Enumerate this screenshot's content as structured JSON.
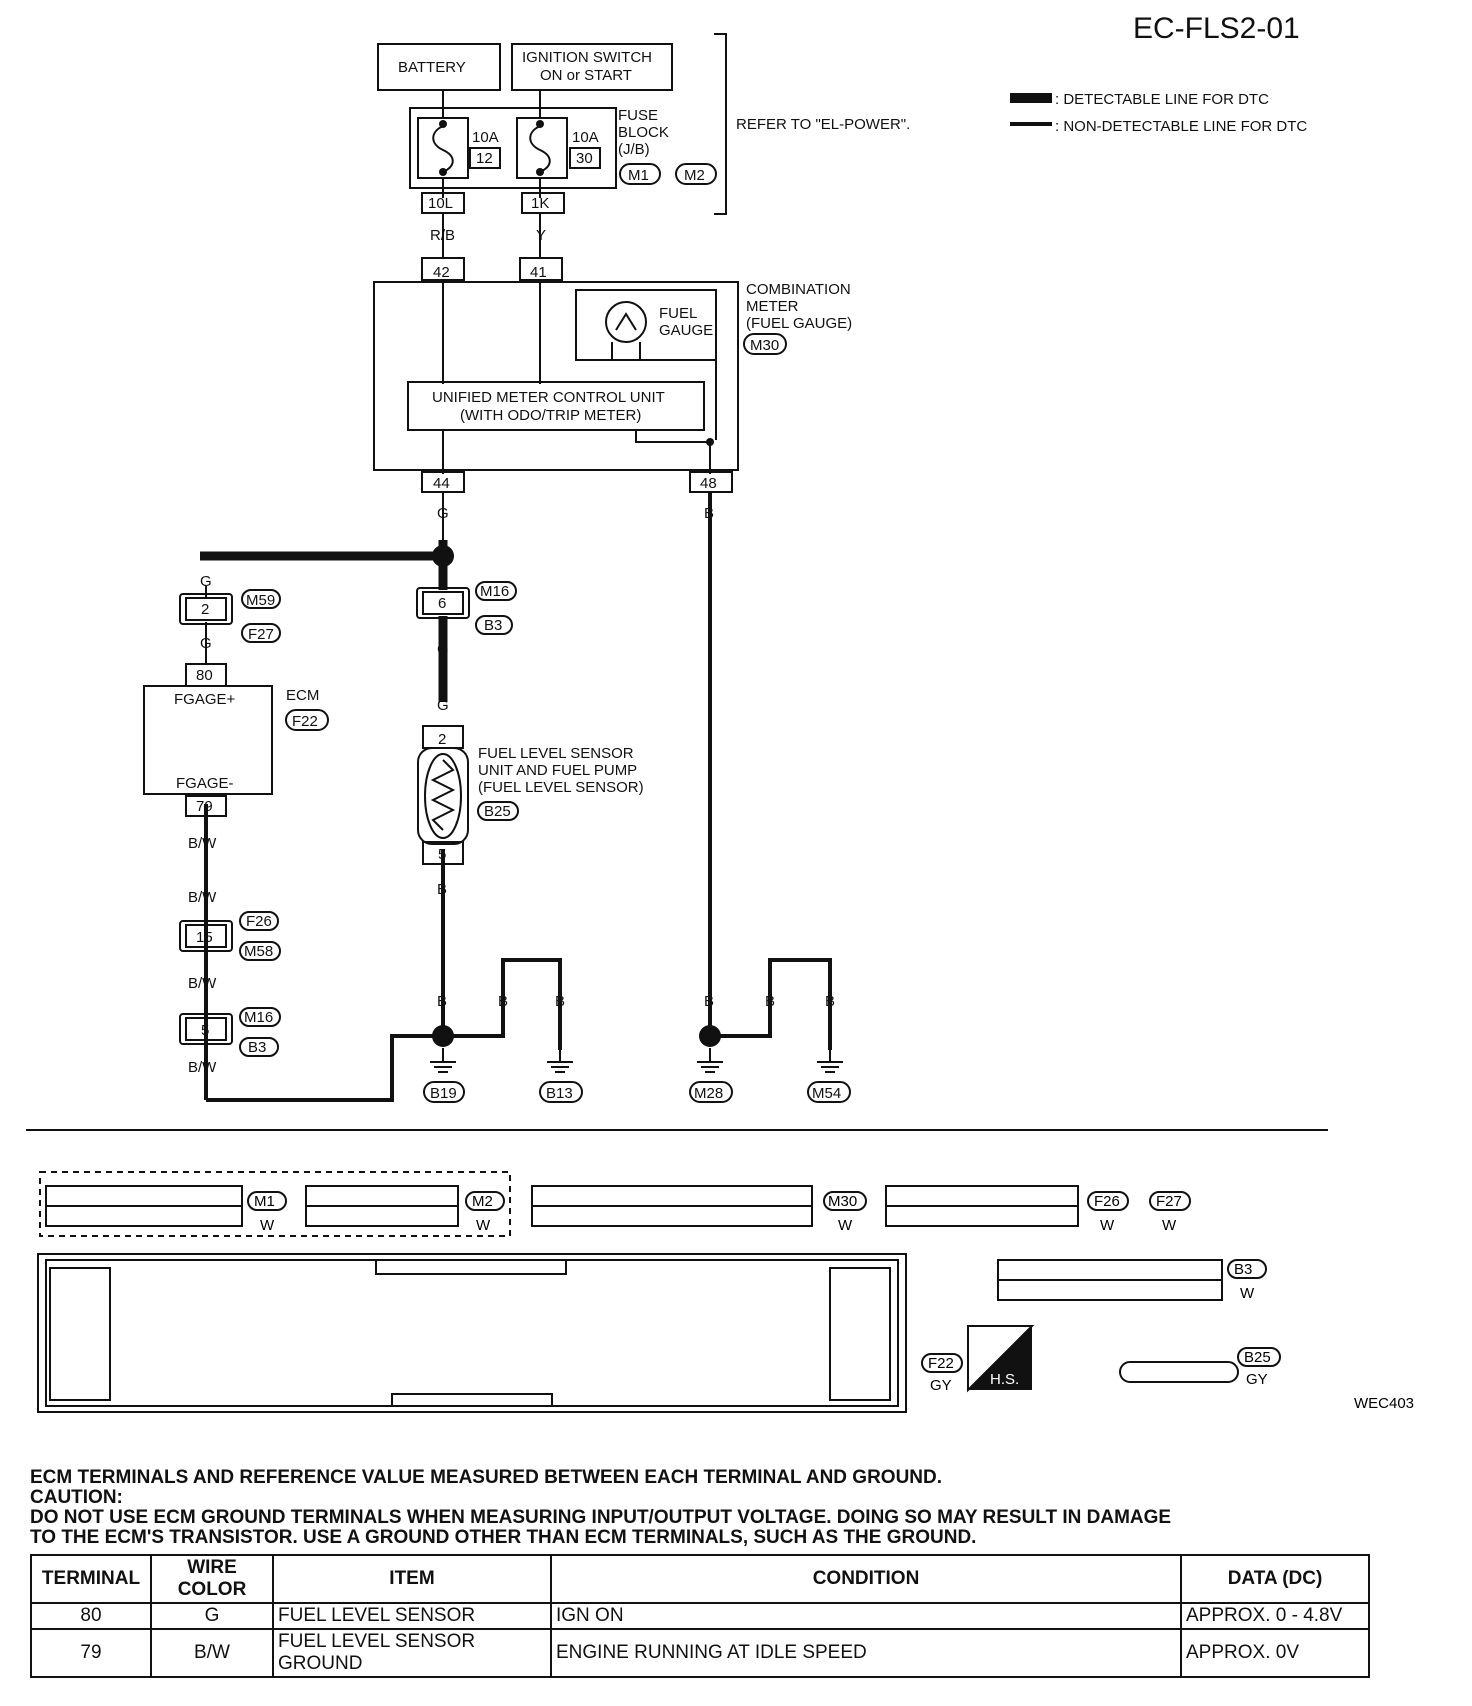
{
  "page_code": "EC-FLS2-01",
  "figure_code": "WEC403",
  "legend": {
    "detectable": ": DETECTABLE LINE FOR DTC",
    "non_detectable": ": NON-DETECTABLE LINE FOR DTC"
  },
  "power": {
    "battery": "BATTERY",
    "ignition_line1": "IGNITION SWITCH",
    "ignition_line2": "ON or START",
    "fuse1_amp": "10A",
    "fuse1_num": "12",
    "fuse2_amp": "10A",
    "fuse2_num": "30",
    "fuse_block_1": "FUSE",
    "fuse_block_2": "BLOCK",
    "fuse_block_3": "(J/B)",
    "fuse_conn_1": "M1",
    "fuse_conn_2": "M2",
    "refer": "REFER TO \"EL-POWER\".",
    "term_10l": "10L",
    "term_1k": "1K",
    "wire_rb": "R/B",
    "wire_y": "Y"
  },
  "meter": {
    "pin42": "42",
    "pin41": "41",
    "pin44": "44",
    "pin48": "48",
    "gauge_1": "FUEL",
    "gauge_2": "GAUGE",
    "comb_1": "COMBINATION",
    "comb_2": "METER",
    "comb_3": "(FUEL GAUGE)",
    "conn": "M30",
    "unit_1": "UNIFIED METER CONTROL UNIT",
    "unit_2": "(WITH ODO/TRIP METER)"
  },
  "wiring": {
    "g": "G",
    "b": "B",
    "bw": "B/W",
    "pin2": "2",
    "pin6": "6",
    "pin80": "80",
    "pin79": "79",
    "pin15": "15",
    "pin5": "5",
    "m59": "M59",
    "f27": "F27",
    "m16": "M16",
    "b3": "B3",
    "f26": "F26",
    "m58": "M58",
    "ecm": "ECM",
    "f22": "F22",
    "fgage_plus": "FGAGE+",
    "fgage_minus": "FGAGE-",
    "sensor_1": "FUEL LEVEL SENSOR",
    "sensor_2": "UNIT AND FUEL PUMP",
    "sensor_3": "(FUEL LEVEL SENSOR)",
    "b25": "B25",
    "ground_b19": "B19",
    "ground_b13": "B13",
    "ground_m28": "M28",
    "ground_m54": "M54"
  },
  "connectors": {
    "m1": "M1",
    "m2": "M2",
    "m30": "M30",
    "f26": "F26",
    "f27": "F27",
    "b3": "B3",
    "f22": "F22",
    "b25": "B25",
    "w": "W",
    "gy": "GY",
    "hs": "H.S."
  },
  "notes": {
    "line1": "ECM TERMINALS AND REFERENCE VALUE MEASURED BETWEEN EACH TERMINAL AND GROUND.",
    "line2": "CAUTION:",
    "line3": "DO NOT USE ECM GROUND TERMINALS WHEN MEASURING INPUT/OUTPUT VOLTAGE. DOING SO MAY RESULT IN DAMAGE",
    "line4": "TO THE ECM'S TRANSISTOR. USE A GROUND OTHER THAN ECM TERMINALS, SUCH AS THE GROUND."
  },
  "table": {
    "headers": [
      "TERMINAL",
      "WIRE COLOR",
      "ITEM",
      "CONDITION",
      "DATA (DC)"
    ],
    "rows": [
      {
        "terminal": "80",
        "wire": "G",
        "item": "FUEL LEVEL SENSOR",
        "item2": "",
        "condition": "IGN ON",
        "data": "APPROX. 0 - 4.8V"
      },
      {
        "terminal": "79",
        "wire": "B/W",
        "item": "FUEL LEVEL SENSOR",
        "item2": "GROUND",
        "condition": "ENGINE RUNNING AT IDLE SPEED",
        "data": "APPROX. 0V"
      }
    ]
  }
}
